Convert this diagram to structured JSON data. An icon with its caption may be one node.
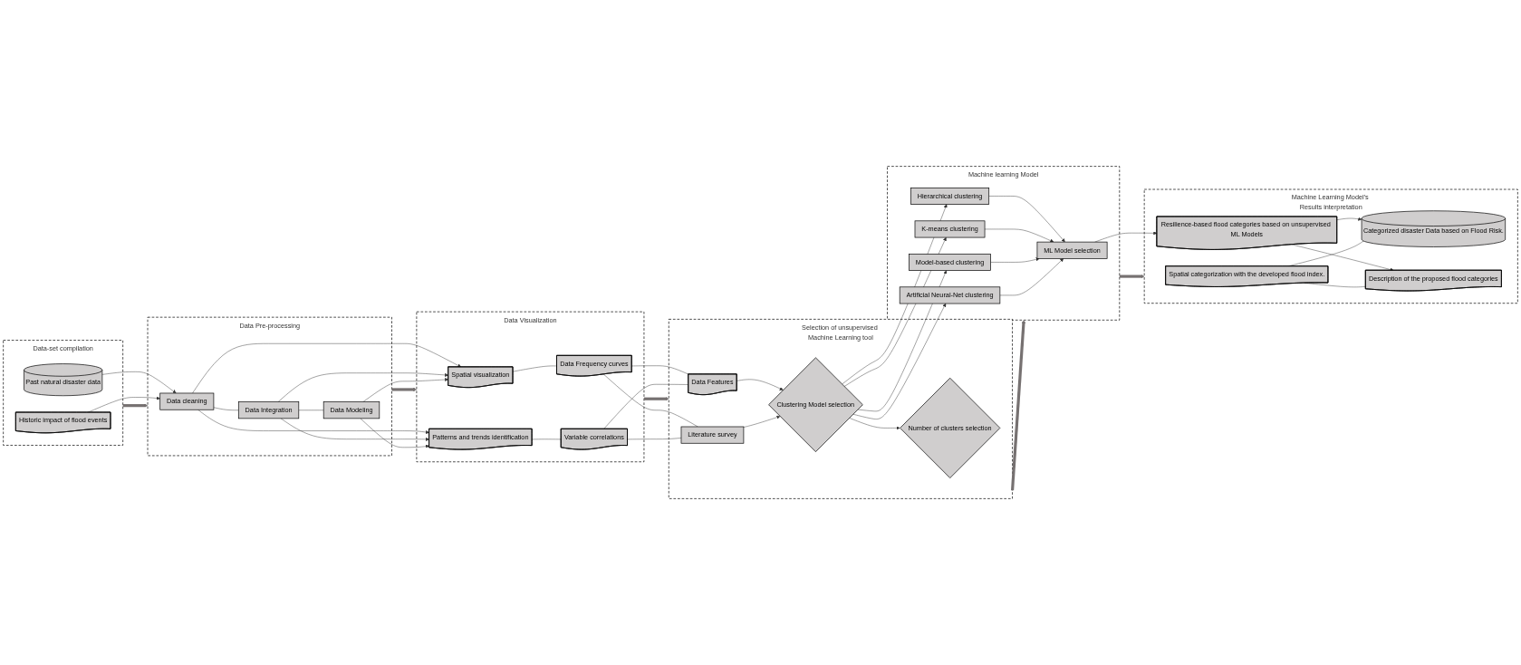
{
  "diagram": {
    "nodes": [
      {
        "text": [
          "Data-set compilation"
        ]
      },
      {
        "text": [
          "Past natural disaster data"
        ],
        "in": 0
      },
      {
        "text": [
          "Historic impact of flood events"
        ],
        "in": 0
      },
      {
        "text": [
          "Data Pre-processing"
        ]
      },
      {
        "text": [
          "Data cleaning"
        ],
        "in": 3
      },
      {
        "text": [
          "Data Integration"
        ],
        "in": 3
      },
      {
        "text": [
          "Data Modeling"
        ],
        "in": 3
      },
      {
        "text": [
          "Data Visualization"
        ]
      },
      {
        "text": [
          "Spatial visualization"
        ],
        "in": 7
      },
      {
        "text": [
          "Data Frequency curves"
        ],
        "in": 7
      },
      {
        "text": [
          "Patterns and trends identification"
        ],
        "in": 7
      },
      {
        "text": [
          "Variable correlations"
        ],
        "in": 7
      },
      {
        "text": [
          "Selection of unsupervised Machine Learning tool"
        ]
      },
      {
        "text": [
          "Data Features"
        ],
        "in": 12
      },
      {
        "text": [
          "Clustering Model selection"
        ],
        "in": 12
      },
      {
        "text": [
          "Literature survey"
        ],
        "in": 12
      },
      {
        "text": [
          "Number of clusters selection"
        ],
        "in": 12
      },
      {
        "text": [
          "Machine Learning Model’s Results interpretation"
        ]
      },
      {
        "text": [
          "Spatial categorization with the developed flood index."
        ],
        "in": 17
      },
      {
        "text": [
          "Categorized disaster Data based on Flood Risk."
        ],
        "in": 17
      },
      {
        "text": [
          "Description of the proposed flood categories"
        ],
        "in": 17
      },
      {
        "text": [
          "Resilience-based flood categories based on unsupervised ML Models"
        ],
        "in": 17
      },
      {
        "text": [
          "Machine learning Model"
        ]
      },
      {
        "text": [
          "ML Model selection"
        ],
        "in": 22
      },
      {
        "text": [
          "Hierarchical clustering"
        ],
        "in": 22
      },
      {
        "text": [
          "K-means clustering"
        ],
        "in": 22
      },
      {
        "text": [
          "Model-based clustering"
        ],
        "in": 22
      },
      {
        "text": [
          "Artificial Neural-Net clustering"
        ],
        "in": 22
      }
    ],
    "edges": [
      {
        "from": 0,
        "to": 3,
        "arrow": "to",
        "style": "thick",
        "color": "#767171"
      },
      {
        "from": 3,
        "to": 7,
        "arrow": "to",
        "style": "thick",
        "color": "#767171"
      },
      {
        "from": 7,
        "to": 12,
        "arrow": "to",
        "style": "thick",
        "color": "#767171"
      },
      {
        "from": 12,
        "to": 22,
        "arrow": "to",
        "style": "thick",
        "color": "#767171"
      },
      {
        "from": 22,
        "to": 17,
        "arrow": "to",
        "style": "thick",
        "color": "#767171"
      },
      {
        "from": 1,
        "to": 4,
        "arrow": "to"
      },
      {
        "from": 2,
        "to": 4,
        "arrow": "to"
      },
      {
        "from": 4,
        "to": 5,
        "arrow": "none"
      },
      {
        "from": 5,
        "to": 6,
        "arrow": "none"
      },
      {
        "from": 4,
        "to": 8,
        "arrow": "to"
      },
      {
        "from": 4,
        "to": 10,
        "arrow": "to"
      },
      {
        "from": 5,
        "to": 8,
        "arrow": "to"
      },
      {
        "from": 5,
        "to": 10,
        "arrow": "to"
      },
      {
        "from": 6,
        "to": 8,
        "arrow": "to"
      },
      {
        "from": 6,
        "to": 10,
        "arrow": "to"
      },
      {
        "from": 8,
        "to": 9,
        "arrow": "none"
      },
      {
        "from": 10,
        "to": 11,
        "arrow": "none"
      },
      {
        "from": 9,
        "to": 13,
        "arrow": "none"
      },
      {
        "from": 9,
        "to": 15,
        "arrow": "none"
      },
      {
        "from": 11,
        "to": 13,
        "arrow": "none"
      },
      {
        "from": 11,
        "to": 15,
        "arrow": "none"
      },
      {
        "from": 13,
        "to": 14,
        "arrow": "to"
      },
      {
        "from": 15,
        "to": 14,
        "arrow": "to"
      },
      {
        "from": 14,
        "to": 16,
        "arrow": "to"
      },
      {
        "from": 14,
        "to": 24,
        "arrow": "to"
      },
      {
        "from": 14,
        "to": 25,
        "arrow": "to"
      },
      {
        "from": 14,
        "to": 26,
        "arrow": "to"
      },
      {
        "from": 14,
        "to": 27,
        "arrow": "to"
      },
      {
        "from": 24,
        "to": 23,
        "arrow": "to"
      },
      {
        "from": 25,
        "to": 23,
        "arrow": "to"
      },
      {
        "from": 26,
        "to": 23,
        "arrow": "to"
      },
      {
        "from": 27,
        "to": 23,
        "arrow": "to"
      },
      {
        "from": 23,
        "to": 21,
        "arrow": "to"
      },
      {
        "from": 21,
        "to": 19,
        "arrow": "to"
      },
      {
        "from": 21,
        "to": 20,
        "arrow": "to"
      },
      {
        "from": 18,
        "to": 19,
        "arrow": "none"
      },
      {
        "from": 18,
        "to": 20,
        "arrow": "none"
      }
    ]
  }
}
